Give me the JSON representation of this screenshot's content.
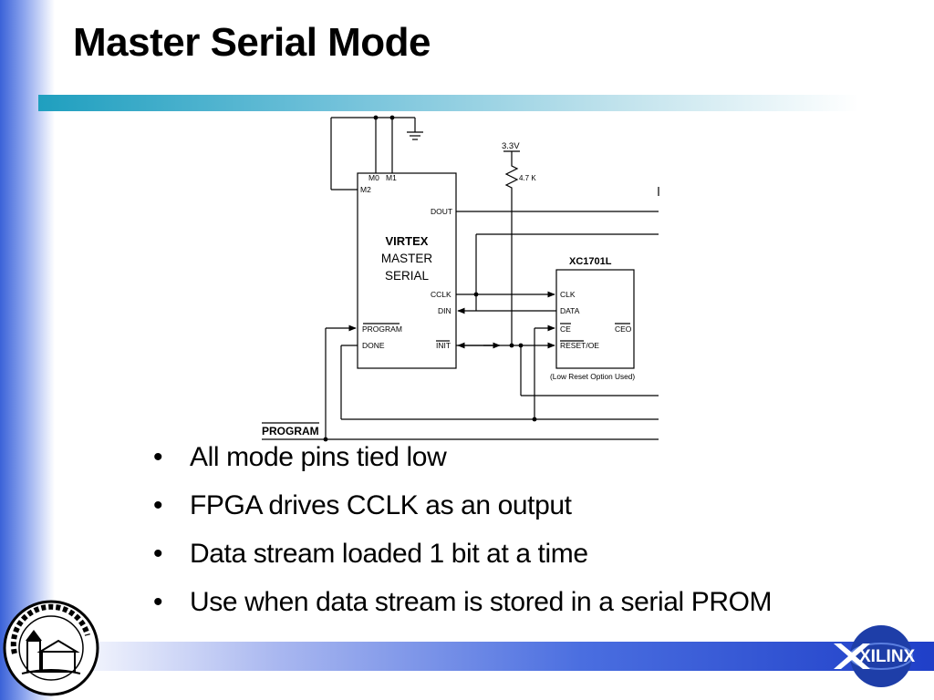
{
  "slide": {
    "title": "Master Serial Mode",
    "bullets": [
      "All mode pins tied low",
      "FPGA drives CCLK as an output",
      "Data stream loaded 1 bit at a time",
      "Use when data stream is stored in a serial PROM"
    ]
  },
  "diagram": {
    "virtex": {
      "line1": "VIRTEX",
      "line2": "MASTER",
      "line3": "SERIAL"
    },
    "virtex_pins": {
      "m0": "M0",
      "m1": "M1",
      "m2": "M2",
      "dout": "DOUT",
      "cclk": "CCLK",
      "din": "DIN",
      "program": "PROGRAM",
      "done": "DONE",
      "init": "INIT"
    },
    "prom": {
      "name": "XC1701L",
      "clk": "CLK",
      "data": "DATA",
      "ce": "CE",
      "reset_oe": "RESET/OE",
      "ceo": "CEO",
      "note": "(Low Reset Option Used)"
    },
    "supply": "3.3V",
    "resistor": "4.7 K",
    "program_signal": "PROGRAM"
  },
  "logos": {
    "university_seal": "UNIVERSITAS DEGLI STUDI TERGESTINA",
    "company_logo": "XILINX"
  },
  "colors": {
    "title_bar": "#1f9fbf",
    "bottom_bar": "#1f3fc8",
    "left_band": "#3a62d8"
  }
}
